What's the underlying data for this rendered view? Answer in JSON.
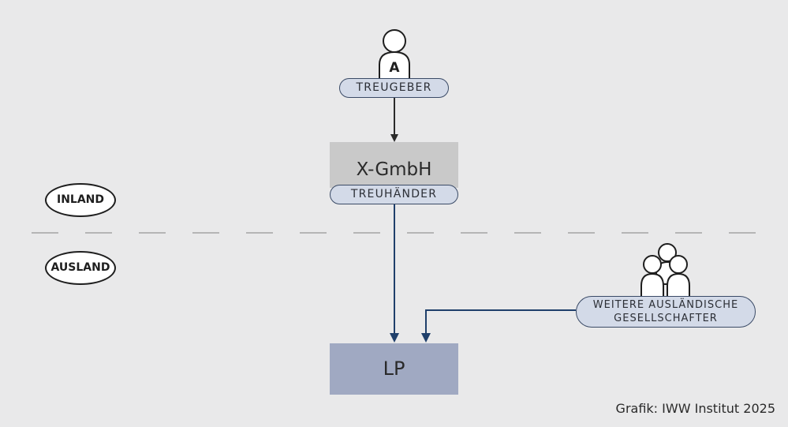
{
  "treugeber": {
    "person_letter": "A",
    "label": "TREUGEBER"
  },
  "xgmbh": {
    "name": "X-GmbH",
    "role": "TREUHÄNDER"
  },
  "lp": {
    "name": "LP"
  },
  "regions": {
    "inland": "INLAND",
    "ausland": "AUSLAND"
  },
  "weitere": {
    "line1": "WEITERE AUSLÄNDISCHE",
    "line2": "GESELLSCHAFTER"
  },
  "credit": "Grafik: IWW Institut 2025",
  "colors": {
    "background": "#e9e9ea",
    "pill_fill": "#d3dae8",
    "pill_border": "#3a4a66",
    "xgmbh_fill": "#c9c9c9",
    "lp_fill": "#a0a9c2",
    "arrow_dark": "#2a2a2a",
    "arrow_blue": "#1f3f6b",
    "divider": "#b5b5b5"
  }
}
